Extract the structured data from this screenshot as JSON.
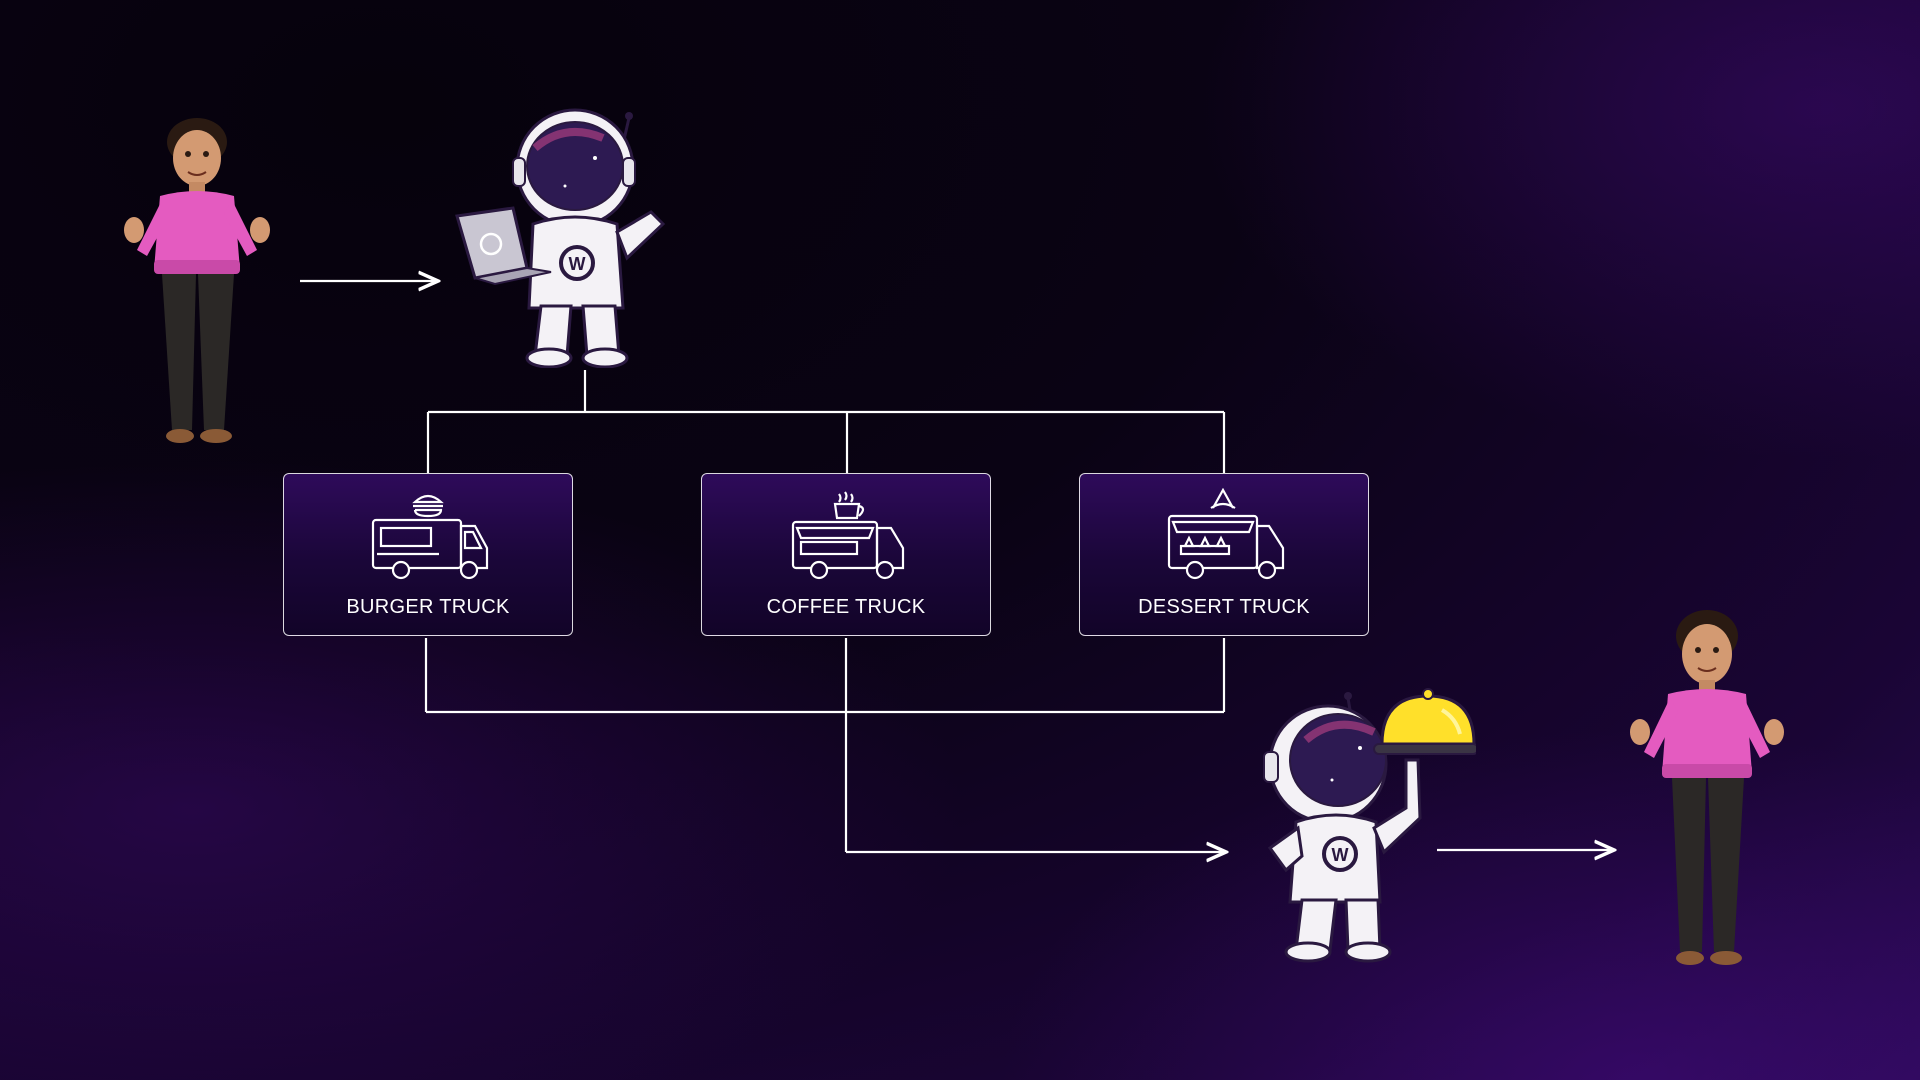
{
  "trucks": [
    {
      "label": "BURGER TRUCK",
      "icon": "burger-truck-icon"
    },
    {
      "label": "COFFEE TRUCK",
      "icon": "coffee-truck-icon"
    },
    {
      "label": "DESSERT TRUCK",
      "icon": "dessert-truck-icon"
    }
  ],
  "colors": {
    "shirt": "#e45bc0",
    "accent_purple": "#5a1f8a",
    "cloche": "#ffe02a",
    "line": "#ffffff"
  }
}
